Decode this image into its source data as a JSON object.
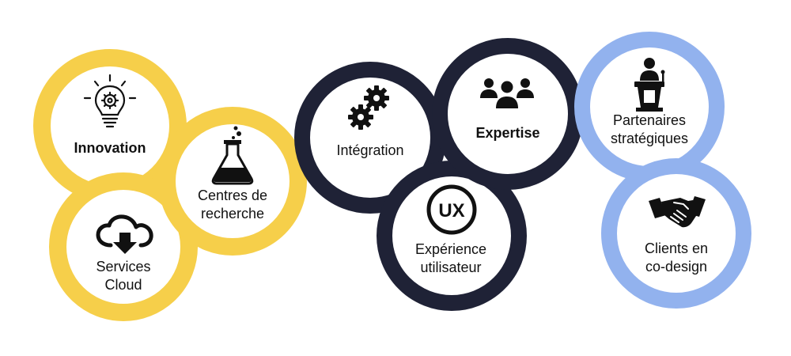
{
  "items": {
    "innovation": {
      "label": "Innovation",
      "icon": "lightbulb-gear-icon"
    },
    "centres": {
      "line1": "Centres de",
      "line2": "recherche",
      "icon": "flask-icon"
    },
    "cloud": {
      "line1": "Services",
      "line2": "Cloud",
      "icon": "cloud-download-icon"
    },
    "integration": {
      "label": "Intégration",
      "icon": "gears-icon"
    },
    "expertise": {
      "label": "Expertise",
      "icon": "team-icon"
    },
    "ux": {
      "line1": "Expérience",
      "line2": "utilisateur",
      "icon": "ux-badge-icon",
      "badge": "UX"
    },
    "partenaires": {
      "line1": "Partenaires",
      "line2": "stratégiques",
      "icon": "speaker-podium-icon"
    },
    "clients": {
      "line1": "Clients en",
      "line2": "co-design",
      "icon": "handshake-icon"
    }
  },
  "colors": {
    "yellow": "#f6cf4a",
    "navy": "#1f2236",
    "blue": "#92b2ee"
  }
}
